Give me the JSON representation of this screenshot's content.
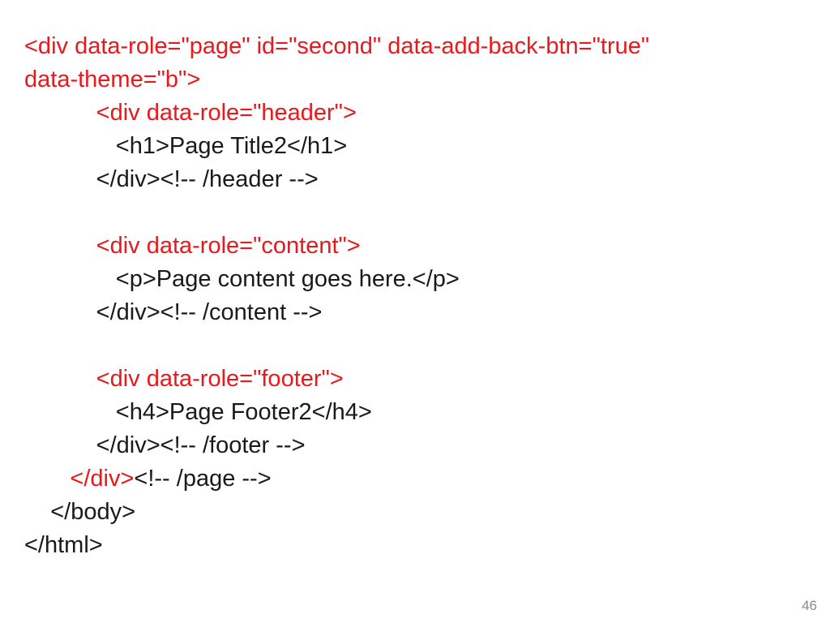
{
  "slide": {
    "page_number": "46",
    "colors": {
      "background": "#ffffff",
      "tag_red": "#e8191d",
      "code_black": "#1a1a1a",
      "page_number_gray": "#8a8a8a"
    },
    "code_lines": [
      {
        "segments": [
          {
            "text": "<div data-role=\"page\" id=\"second\" data-add-back-btn=\"true\"",
            "color": "red"
          }
        ]
      },
      {
        "segments": [
          {
            "text": "data-theme=\"b\">",
            "color": "red"
          }
        ]
      },
      {
        "segments": [
          {
            "text": "           <div data-role=\"header\">",
            "color": "red"
          }
        ]
      },
      {
        "segments": [
          {
            "text": "              <h1>Page Title2</h1>",
            "color": "black"
          }
        ]
      },
      {
        "segments": [
          {
            "text": "           </div><!-- /header -->",
            "color": "black"
          }
        ]
      },
      {
        "segments": []
      },
      {
        "segments": [
          {
            "text": "           <div data-role=\"content\">",
            "color": "red"
          }
        ]
      },
      {
        "segments": [
          {
            "text": "              <p>Page content goes here.</p>",
            "color": "black"
          }
        ]
      },
      {
        "segments": [
          {
            "text": "           </div><!-- /content -->",
            "color": "black"
          }
        ]
      },
      {
        "segments": []
      },
      {
        "segments": [
          {
            "text": "           <div data-role=\"footer\">",
            "color": "red"
          }
        ]
      },
      {
        "segments": [
          {
            "text": "              <h4>Page Footer2</h4>",
            "color": "black"
          }
        ]
      },
      {
        "segments": [
          {
            "text": "           </div><!-- /footer -->",
            "color": "black"
          }
        ]
      },
      {
        "segments": [
          {
            "text": "       </div>",
            "color": "red"
          },
          {
            "text": "<!-- /page -->",
            "color": "black"
          }
        ]
      },
      {
        "segments": [
          {
            "text": "    </body>",
            "color": "black"
          }
        ]
      },
      {
        "segments": [
          {
            "text": "</html>",
            "color": "black"
          }
        ]
      }
    ]
  }
}
